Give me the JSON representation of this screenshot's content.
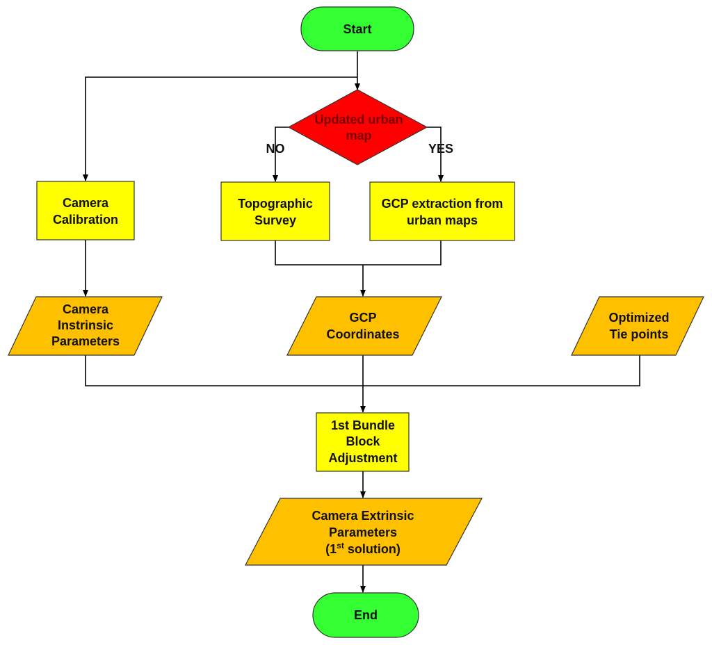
{
  "colors": {
    "terminal_fill": "#33ff33",
    "process_fill": "#ffff00",
    "data_fill": "#ffc000",
    "decision_fill": "#ff0000",
    "decision_text": "#7a0000",
    "line": "#000000"
  },
  "nodes": {
    "start": {
      "label": "Start"
    },
    "decision": {
      "line1": "Updated urban",
      "line2": "map"
    },
    "camera_calibration": {
      "line1": "Camera",
      "line2": "Calibration"
    },
    "topographic_survey": {
      "line1": "Topographic",
      "line2": "Survey"
    },
    "gcp_extraction": {
      "line1": "GCP extraction from",
      "line2": "urban maps"
    },
    "camera_intrinsic": {
      "line1": "Camera",
      "line2": "Instrinsic",
      "line3": "Parameters"
    },
    "gcp_coordinates": {
      "line1": "GCP",
      "line2": "Coordinates"
    },
    "tie_points": {
      "line1": "Optimized",
      "line2": "Tie points"
    },
    "bundle_adjustment": {
      "line1": "1st Bundle",
      "line2": "Block",
      "line3": "Adjustment"
    },
    "camera_extrinsic": {
      "line1": "Camera Extrinsic",
      "line2": "Parameters",
      "line3_open": "(1",
      "line3_sup": "st",
      "line3_close": " solution)"
    },
    "end": {
      "label": "End"
    }
  },
  "edge_labels": {
    "no": "NO",
    "yes": "YES"
  }
}
